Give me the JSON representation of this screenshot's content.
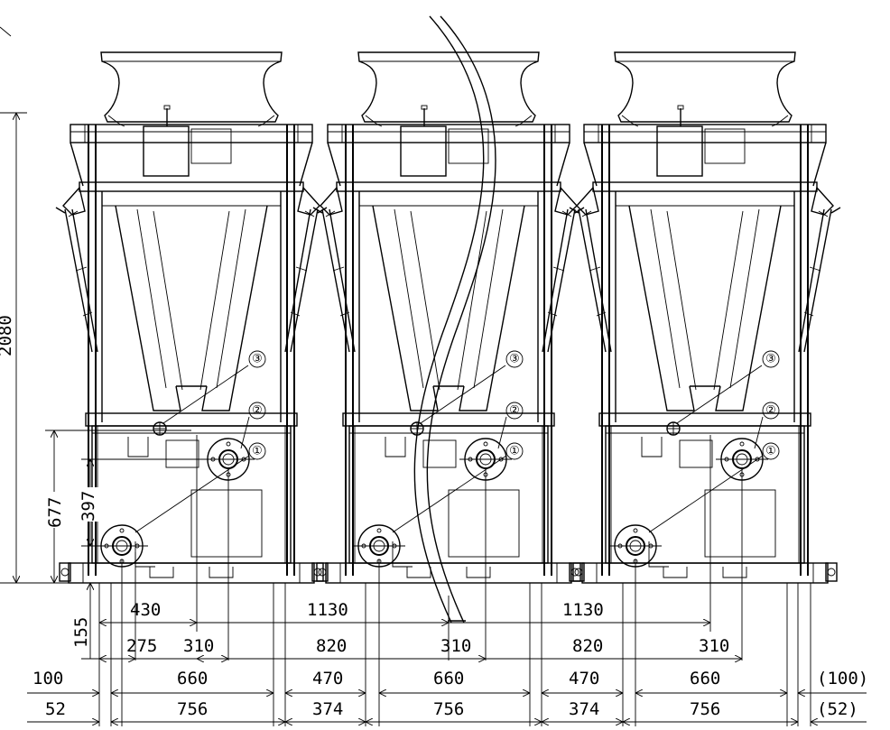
{
  "callouts": {
    "pipe1": "①",
    "pipe2": "②",
    "pipe3": "③"
  },
  "vertical_dims": {
    "overall_height": "2080",
    "height_677": "677",
    "height_397": "397",
    "height_155": "155"
  },
  "row1": {
    "a": "430",
    "b": "1130",
    "c": "1130"
  },
  "row2": {
    "a": "275",
    "b": "310",
    "c": "820",
    "d": "310",
    "e": "820",
    "f": "310"
  },
  "row3": {
    "left": "100",
    "a": "660",
    "b": "470",
    "c": "660",
    "d": "470",
    "e": "660",
    "right": "(100)"
  },
  "row4": {
    "left": "52",
    "a": "756",
    "b": "374",
    "c": "756",
    "d": "374",
    "e": "756",
    "right": "(52)"
  }
}
